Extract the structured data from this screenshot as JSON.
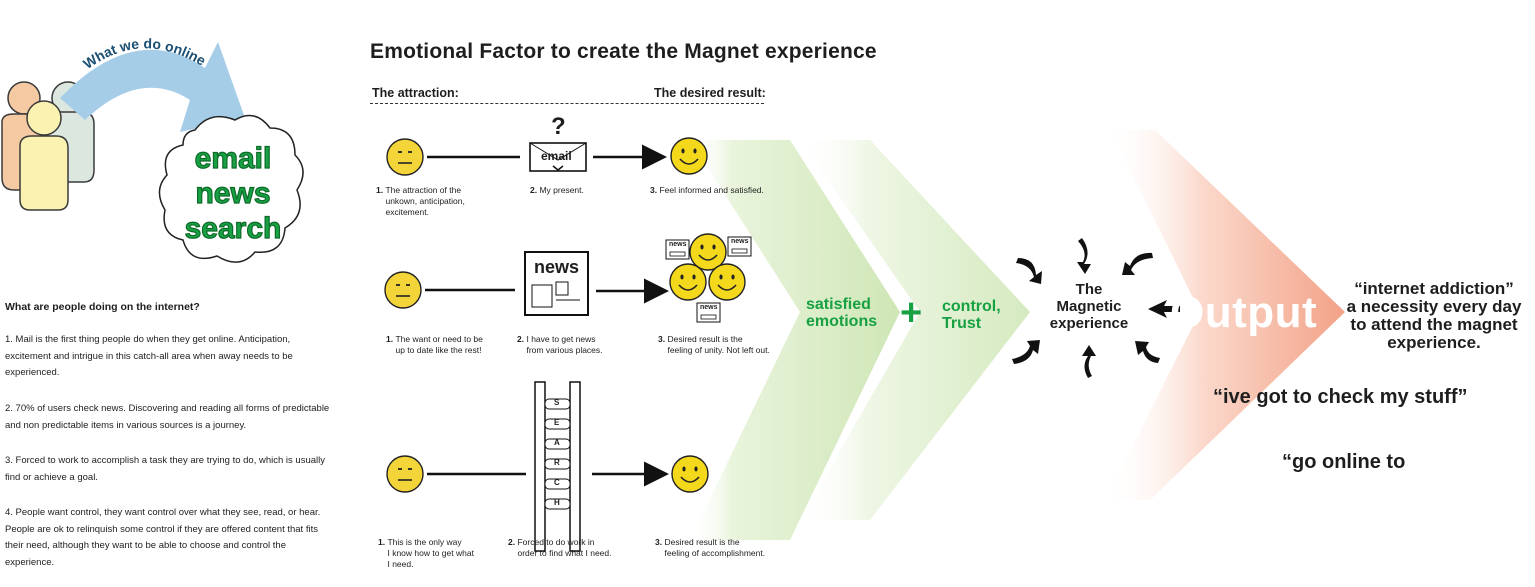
{
  "title": "Emotional Factor to create the Magnet experience",
  "headers": {
    "attraction": "The attraction:",
    "result": "The desired result:"
  },
  "cloud": {
    "arc_label": "What we do online",
    "words": [
      "email",
      "news",
      "search"
    ]
  },
  "left_panel": {
    "question": "What are people doing on the internet?",
    "paragraphs": [
      "1. Mail is the first thing people do when they get online. Anticipation, excitement and intrigue in this catch-all area when away needs to be experienced.",
      "2. 70% of users check news. Discovering and reading all forms of predictable and non predictable items in various sources is a journey.",
      "3. Forced to work to accomplish a task they are trying to do, which is usually find or achieve a goal.",
      "4. People want control, they want control over what they see, read, or hear. People are ok to relinquish some control if they are offered content that fits their need, although they want to be able to choose and control the experience."
    ]
  },
  "rows": [
    {
      "box_label": "email",
      "question_mark": "?",
      "captions": [
        {
          "num": "1.",
          "text": "The attraction of the\nunkown, anticipation,\nexcitement."
        },
        {
          "num": "2.",
          "text": "My present."
        },
        {
          "num": "3.",
          "text": "Feel informed and satisfied."
        }
      ]
    },
    {
      "box_label": "news",
      "small_label": "news",
      "captions": [
        {
          "num": "1.",
          "text": "The want or need to be\nup to date like the rest!"
        },
        {
          "num": "2.",
          "text": "I have to get news\nfrom various places."
        },
        {
          "num": "3.",
          "text": "Desired result is the\nfeeling of unity. Not left out."
        }
      ]
    },
    {
      "search_letters": [
        "S",
        "E",
        "A",
        "R",
        "C",
        "H"
      ],
      "captions": [
        {
          "num": "1.",
          "text": "This is the only way\nI know how to get what\nI need."
        },
        {
          "num": "2.",
          "text": "Forced to do work in\norder to find what I need."
        },
        {
          "num": "3.",
          "text": "Desired result is the\nfeeling of accomplishment."
        }
      ]
    }
  ],
  "middle": {
    "satisfied": "satisfied\nemotions",
    "plus": "+",
    "control": "control,\nTrust",
    "magnet": "The\nMagnetic\nexperience",
    "output": "Output"
  },
  "right": {
    "quote1": "“internet addiction”\na necessity every day\nto attend the magnet\nexperience.",
    "quote2": "“ive got to check my stuff”",
    "quote3": "“go online to"
  },
  "colors": {
    "green": "#17a142",
    "smiley": "#f4d81c",
    "neutral": "#f3d53a",
    "arc_blue": "#a6cde8",
    "person_orange": "#f5c9a2",
    "person_yellow": "#fbf2b2",
    "person_gray": "#dce7df",
    "salmon": "#f5a68c"
  }
}
